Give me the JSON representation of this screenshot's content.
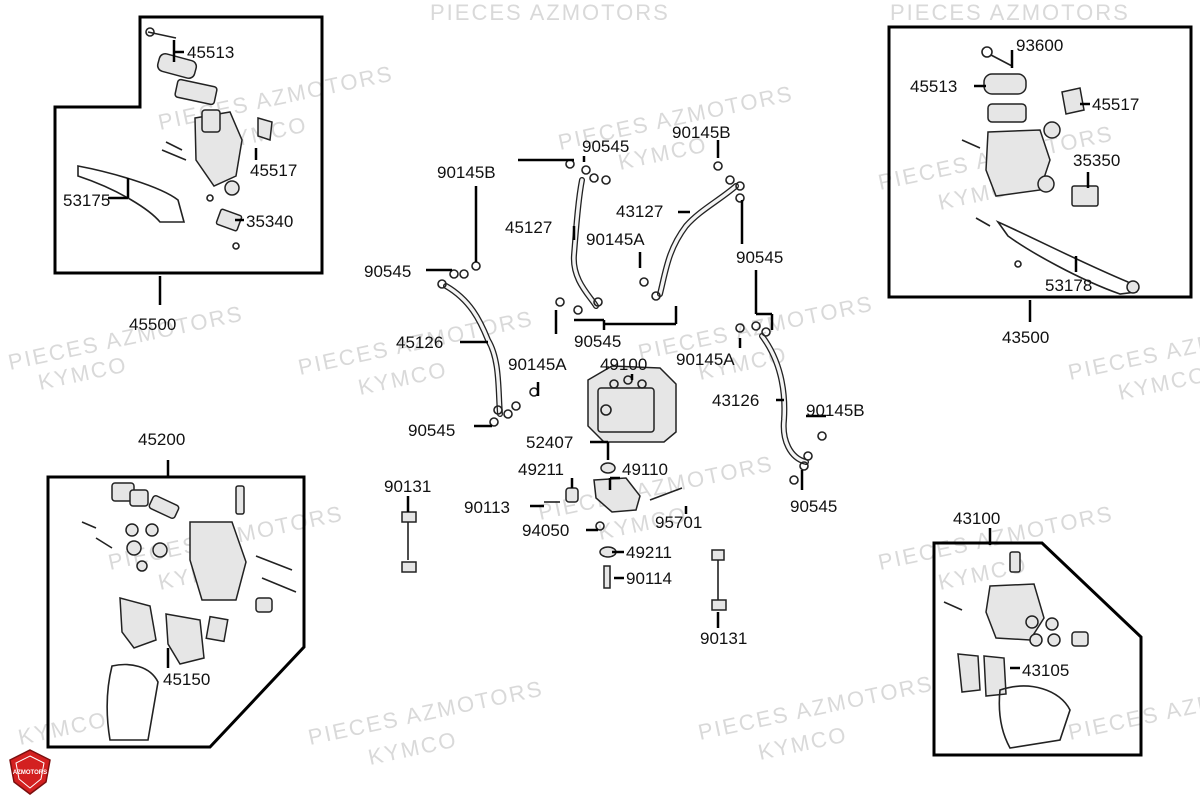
{
  "watermark": {
    "line1": "PIECES AZMOTORS",
    "line2": "KYMCO"
  },
  "logo": {
    "text": "AZMOTORS",
    "color": "#d32020"
  },
  "labels": {
    "45513a": "45513",
    "45517a": "45517",
    "53175": "53175",
    "35340": "35340",
    "45500": "45500",
    "90545a": "90545",
    "90145Ba": "90145B",
    "45127": "45127",
    "90145Aa": "90145A",
    "90145Bb": "90145B",
    "43127": "43127",
    "90545b": "90545",
    "90545c": "90545",
    "45126": "45126",
    "90545d": "90545",
    "90145Ab": "90145A",
    "49100": "49100",
    "90545e": "90545",
    "90145Ac": "90145A",
    "43126": "43126",
    "90145Bc": "90145B",
    "90545f": "90545",
    "93600": "93600",
    "45513b": "45513",
    "45517b": "45517",
    "35350": "35350",
    "53178": "53178",
    "43500": "43500",
    "45200": "45200",
    "45150": "45150",
    "52407": "52407",
    "49211a": "49211",
    "49110": "49110",
    "90113": "90113",
    "95701": "95701",
    "94050": "94050",
    "49211b": "49211",
    "90114": "90114",
    "90131a": "90131",
    "90131b": "90131",
    "43100": "43100",
    "43105": "43105"
  }
}
